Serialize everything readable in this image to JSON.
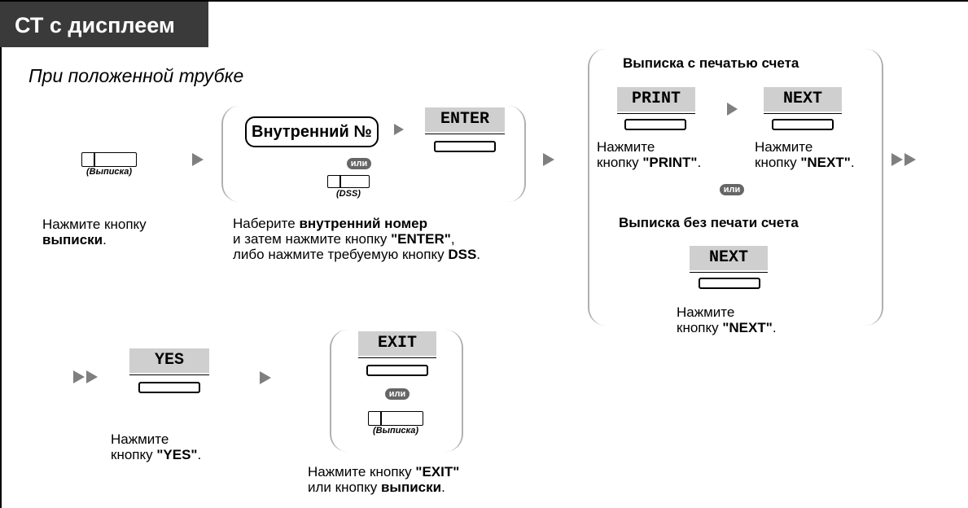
{
  "header": {
    "title": "СТ с дисплеем",
    "subtitle": "При положенной трубке"
  },
  "step1": {
    "key_caption": "(Выписка)",
    "text": "Нажмите кнопку",
    "text_bold": "выписки",
    "text_end": "."
  },
  "step2": {
    "ext_key_label": "Внутренний №",
    "enter_key_label": "ENTER",
    "or_label": "или",
    "dss_caption": "(DSS)",
    "line1_pre": "Наберите ",
    "line1_bold": "внутренний номер",
    "line2_pre": "и затем нажмите кнопку ",
    "line2_bold": "\"ENTER\"",
    "line2_end": ",",
    "line3_pre": "либо нажмите требуемую кнопку ",
    "line3_bold": "DSS",
    "line3_end": "."
  },
  "step3": {
    "option1_heading": "Выписка с печатью счета",
    "print_key_label": "PRINT",
    "next_key_label": "NEXT",
    "print_text_1": "Нажмите",
    "print_text_2": "кнопку ",
    "print_text_bold": "\"PRINT\"",
    "print_text_end": ".",
    "next_text_1": "Нажмите",
    "next_text_2": "кнопку ",
    "next_text_bold": "\"NEXT\"",
    "next_text_end": ".",
    "or_label": "или",
    "option2_heading": "Выписка без печати счета",
    "next2_key_label": "NEXT",
    "next2_text_1": "Нажмите",
    "next2_text_2": "кнопку ",
    "next2_text_bold": "\"NEXT\"",
    "next2_text_end": "."
  },
  "step4": {
    "yes_key_label": "YES",
    "text_1": "Нажмите",
    "text_2": "кнопку ",
    "text_bold": "\"YES\"",
    "text_end": "."
  },
  "step5": {
    "exit_key_label": "EXIT",
    "or_label": "или",
    "key_caption": "(Выписка)",
    "line1_pre": "Нажмите кнопку ",
    "line1_bold": "\"EXIT\"",
    "line2_pre": "или кнопку ",
    "line2_bold": "выписки",
    "line2_end": "."
  },
  "colors": {
    "title_bg": "#3a3a3a",
    "key_label_bg": "#cfcfcf",
    "arrow": "#7f7f7f",
    "or_badge": "#666666"
  }
}
